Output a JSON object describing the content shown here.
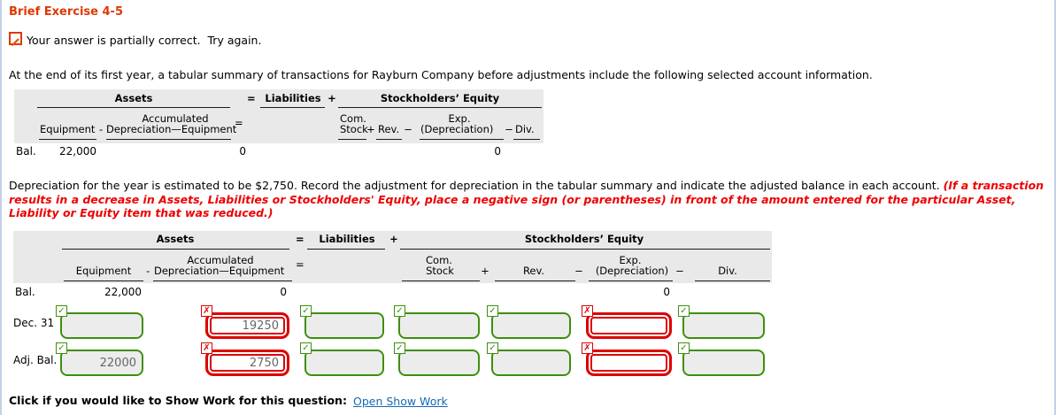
{
  "header": {
    "title": "Brief Exercise 4-5",
    "feedback": "Your answer is partially correct.  Try again.",
    "intro": "At the end of its first year, a tabular summary of transactions for Rayburn Company before adjustments include the following selected account information."
  },
  "instruction": {
    "black": "Depreciation for the year is estimated to be $2,750. Record the adjustment for depreciation in the tabular summary and indicate the adjusted balance in each account. ",
    "red": "(If a transaction results in a decrease in Assets, Liabilities or Stockholders' Equity, place a negative sign (or parentheses) in front of the amount entered for the particular Asset, Liability or Equity item that was reduced.)"
  },
  "eq": {
    "assets": "Assets",
    "equals": "=",
    "liabilities": "Liabilities",
    "plus": "+",
    "minus": "−",
    "hyphen": "-",
    "se": "Stockholders’ Equity",
    "equipment": "Equipment",
    "accumulated": "Accumulated",
    "dep_equipment": "Depreciation—Equipment",
    "com": "Com.",
    "stock": "Stock",
    "rev": "Rev.",
    "exp": "Exp.",
    "dep_paren": "(Depreciation)",
    "div": "Div."
  },
  "table1": {
    "bal_label": "Bal.",
    "bal_equipment": "22,000",
    "bal_accum_dep": "0",
    "bal_exp_dep": "0"
  },
  "table2": {
    "bal_label": "Bal.",
    "bal_equipment": "22,000",
    "bal_accum_dep": "0",
    "bal_exp_dep": "0",
    "rows": [
      {
        "label": "Dec. 31",
        "cells": [
          {
            "column": "equipment",
            "status": "correct",
            "value": ""
          },
          {
            "column": "accum-depreciation",
            "status": "incorrect",
            "value": "19250"
          },
          {
            "column": "liabilities",
            "status": "correct",
            "value": ""
          },
          {
            "column": "com-stock",
            "status": "correct",
            "value": ""
          },
          {
            "column": "rev",
            "status": "correct",
            "value": ""
          },
          {
            "column": "exp-depreciation",
            "status": "incorrect",
            "value": ""
          },
          {
            "column": "div",
            "status": "correct",
            "value": ""
          }
        ]
      },
      {
        "label": "Adj. Bal.",
        "cells": [
          {
            "column": "equipment",
            "status": "correct",
            "value": "22000"
          },
          {
            "column": "accum-depreciation",
            "status": "incorrect",
            "value": "2750"
          },
          {
            "column": "liabilities",
            "status": "correct",
            "value": ""
          },
          {
            "column": "com-stock",
            "status": "correct",
            "value": ""
          },
          {
            "column": "rev",
            "status": "correct",
            "value": ""
          },
          {
            "column": "exp-depreciation",
            "status": "incorrect",
            "value": ""
          },
          {
            "column": "div",
            "status": "correct",
            "value": ""
          }
        ]
      }
    ]
  },
  "show_work": {
    "label": "Click if you would like to Show Work for this question:",
    "link": "Open Show Work"
  },
  "icons": {
    "check": "✓",
    "cross": "✗"
  },
  "colors": {
    "correct_green": "#3e8f0e",
    "incorrect_red": "#dd0000",
    "title_red": "#dd3902",
    "instruction_red": "#ee0000",
    "link_blue": "#1668b5",
    "table_gray": "#e9e9e9",
    "input_gray": "#ececec"
  }
}
